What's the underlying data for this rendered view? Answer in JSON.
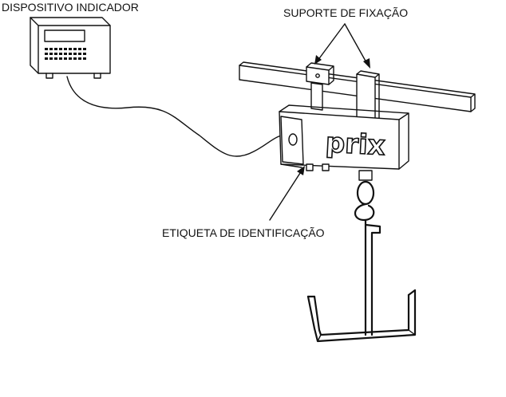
{
  "labels": {
    "indicator": "DISPOSITIVO INDICADOR",
    "mounting": "SUPORTE DE FIXAÇÃO",
    "id_tag": "ETIQUETA DE IDENTIFICAÇÃO"
  },
  "brand": "prix",
  "colors": {
    "line": "#111111",
    "background": "#ffffff"
  }
}
